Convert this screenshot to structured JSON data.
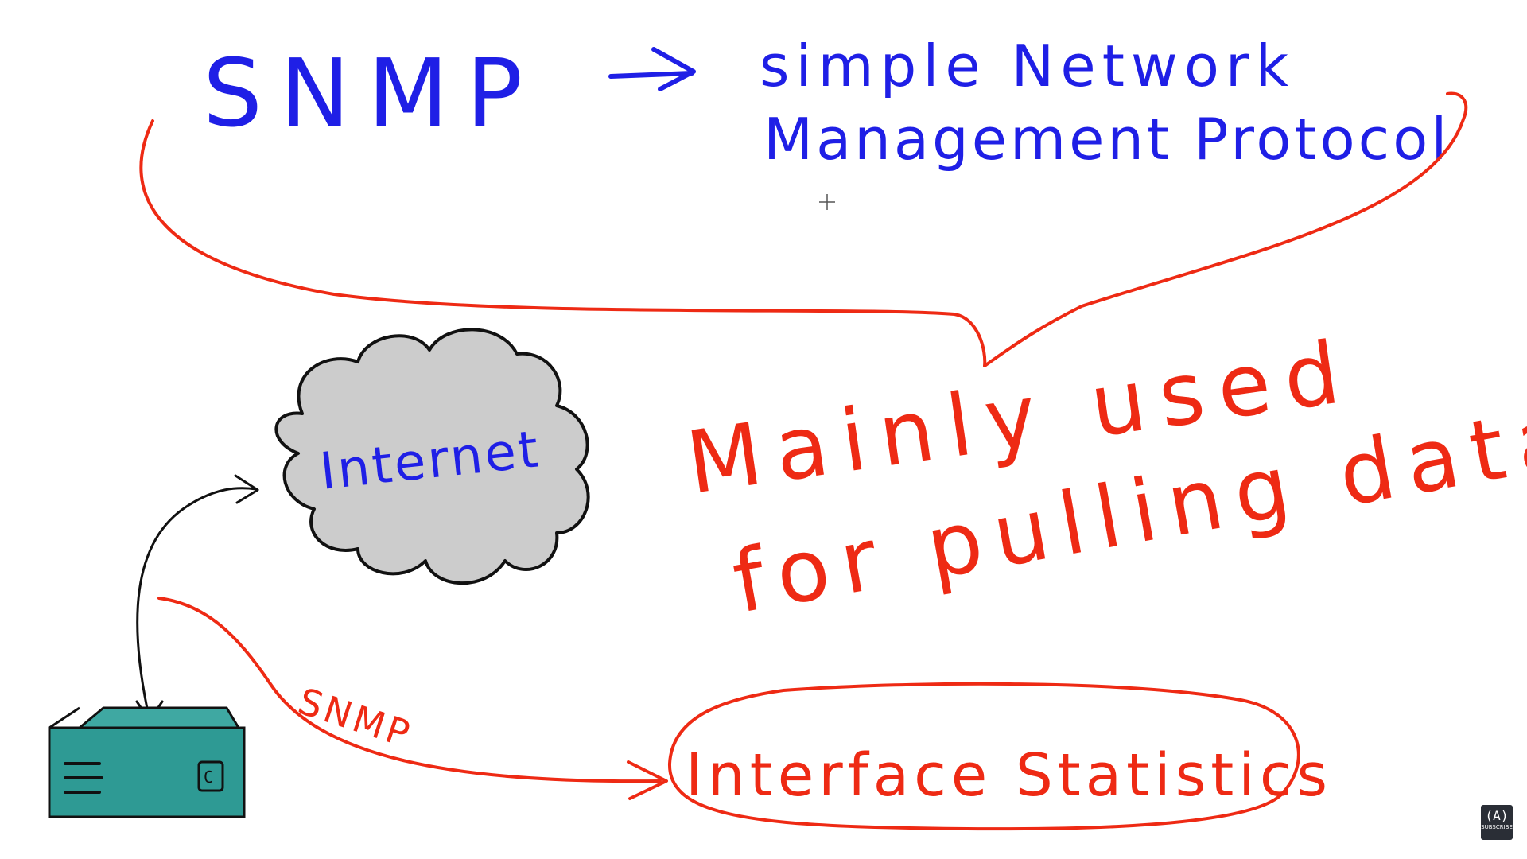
{
  "title": {
    "acronym": "SNMP",
    "expansion_line1": "simple Network",
    "expansion_line2": "Management Protocol"
  },
  "note": {
    "line1": "Mainly used",
    "line2": "for pulling data"
  },
  "diagram": {
    "cloud_label": "Internet",
    "link_label": "SNMP",
    "target_label": "Interface Statistics"
  },
  "badge": {
    "glyph": "(A)",
    "label": "SUBSCRIBE"
  },
  "colors": {
    "blue_ink": "#1f1fe6",
    "red_ink": "#ee2a14",
    "cloud_fill": "#cccccc",
    "router_fill": "#2e9a94"
  },
  "icons": [
    "arrow-right-icon",
    "cloud-icon",
    "router-icon",
    "subscribe-icon"
  ]
}
